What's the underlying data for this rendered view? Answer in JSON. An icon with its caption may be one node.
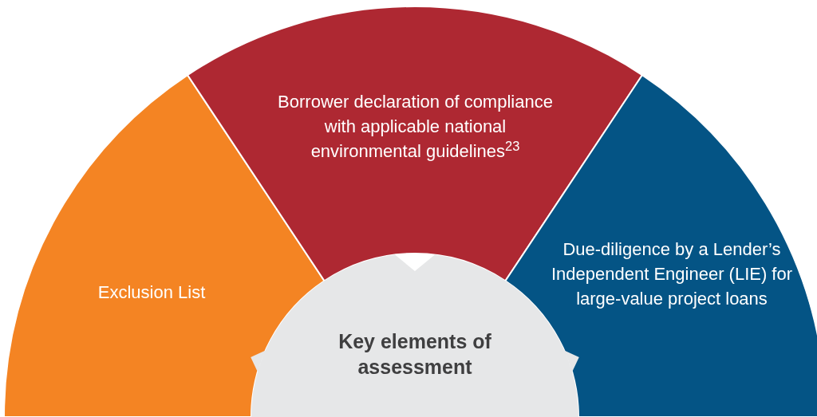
{
  "diagram": {
    "nodes": [
      {
        "text": [
          "Exclusion List"
        ]
      },
      {
        "text": [
          "Borrower declaration of compliance with applicable national environmental guidelines$^{23}$"
        ]
      },
      {
        "text": [
          "Due-diligence by a Lender’s Independent Engineer (LIE) for large-value project loans"
        ]
      },
      {
        "text": [
          "Key elements of assessment"
        ]
      }
    ]
  }
}
